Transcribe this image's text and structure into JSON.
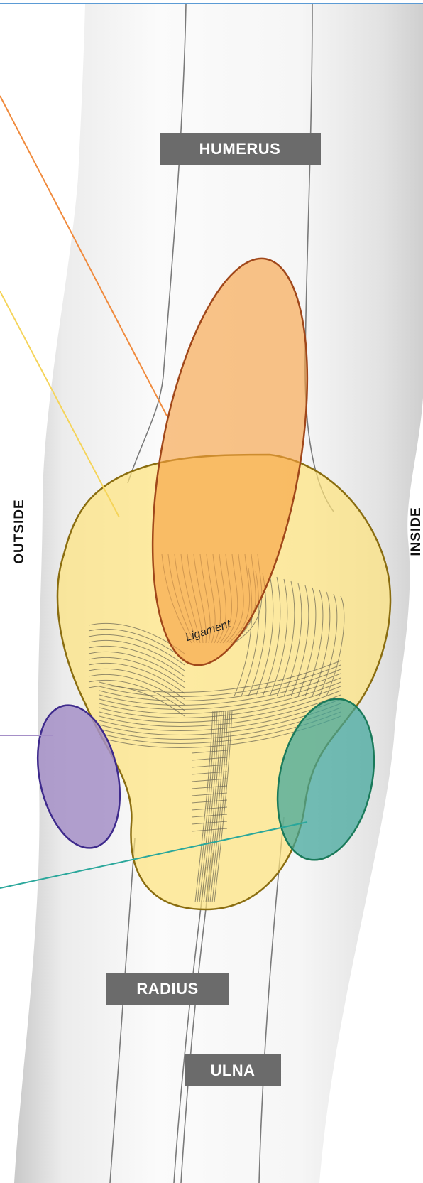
{
  "labels": {
    "humerus": "HUMERUS",
    "radius": "RADIUS",
    "ulna": "ULNA",
    "outside": "OUTSIDE",
    "inside": "INSIDE",
    "ligament": "Ligament"
  },
  "colors": {
    "top_rule": "#5b9bd5",
    "bone_label_bg": "#6b6b6b",
    "joint_capsule_fill": "#fde27a",
    "joint_capsule_stroke": "#8a6d10",
    "orange_region_fill": "#f7a040",
    "orange_region_stroke": "#a0471a",
    "orange_leader": "#f08a3c",
    "yellow_leader": "#f5d45a",
    "purple_region_fill": "#a58fc7",
    "purple_region_stroke": "#3e2a8c",
    "purple_leader": "#a58fc7",
    "teal_region_fill": "#3fa59a",
    "teal_region_stroke": "#1a7a5a",
    "teal_leader": "#2aa79b"
  }
}
